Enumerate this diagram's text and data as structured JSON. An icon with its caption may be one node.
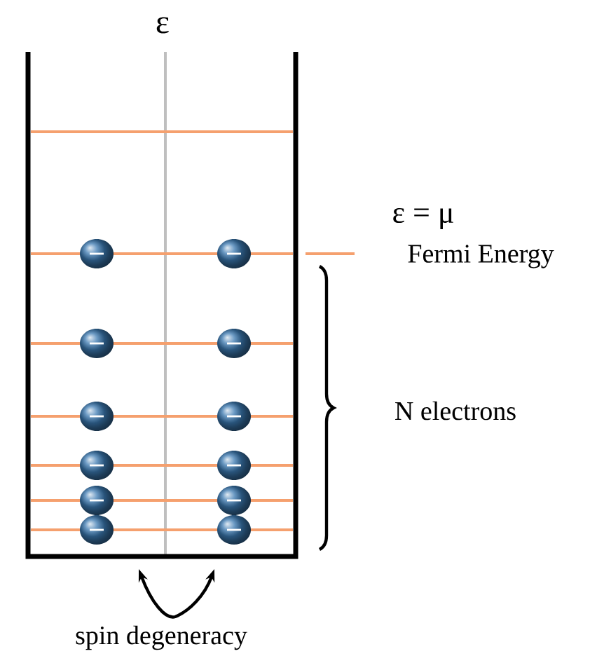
{
  "diagram": {
    "labels": [
      "ε",
      "ε = μ",
      "Fermi Energy",
      "N electrons",
      "spin degeneracy"
    ]
  }
}
